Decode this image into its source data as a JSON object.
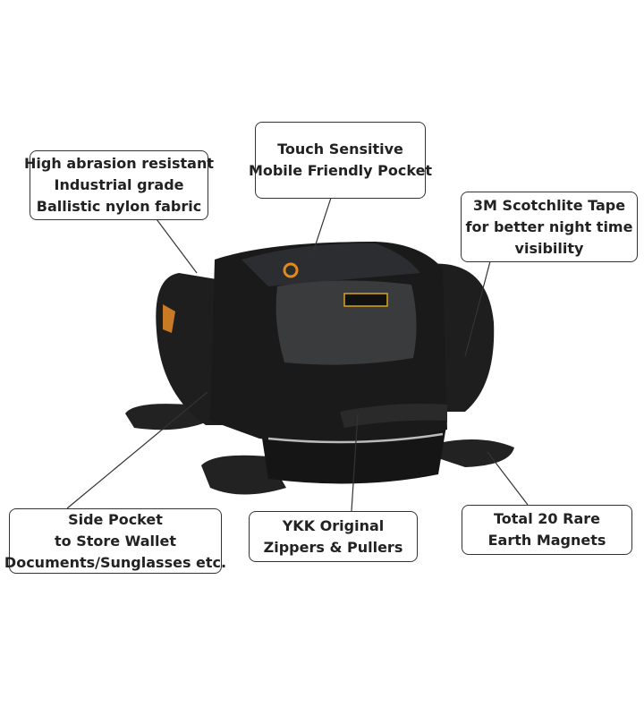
{
  "callouts": {
    "fabric": [
      "High abrasion resistant",
      "Industrial grade",
      "Ballistic nylon fabric"
    ],
    "pocket": [
      "Touch Sensitive",
      "Mobile Friendly Pocket"
    ],
    "tape": [
      "3M Scotchlite Tape",
      "for better night time",
      "visibility"
    ],
    "side": [
      "Side Pocket",
      "to Store Wallet",
      "Documents/Sunglasses etc."
    ],
    "zippers": [
      "YKK Original",
      "Zippers & Pullers"
    ],
    "magnets": [
      "Total 20 Rare",
      "Earth Magnets"
    ]
  },
  "colors": {
    "bag": "#1c1c1c",
    "panel": "#3a3b3d",
    "accent": "#e08a1e",
    "line": "#333333"
  }
}
